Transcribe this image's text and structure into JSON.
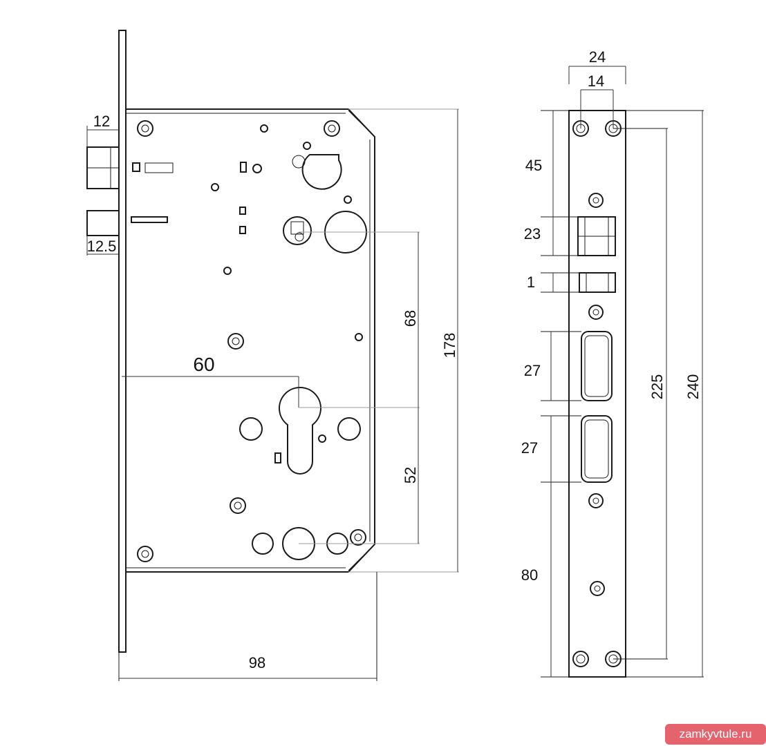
{
  "dimensions": {
    "front_view": {
      "latch_width": "12",
      "deadbolt_width": "12.5",
      "backset": "60",
      "spindle_to_upper": "68",
      "spindle_to_lower": "52",
      "case_height": "178",
      "case_depth": "98"
    },
    "faceplate_view": {
      "outer_width": "24",
      "inner_width": "14",
      "top_offset": "45",
      "latch_height": "23",
      "gap": "1",
      "upper_bolt_height": "27",
      "lower_bolt_height": "27",
      "bottom_offset": "80",
      "hole_spacing": "225",
      "total_length": "240"
    }
  },
  "watermark": {
    "text": "zamkyvtule.ru",
    "color": "#e5636d"
  },
  "colors": {
    "line": "#1a1a1a",
    "background": "#ffffff"
  }
}
